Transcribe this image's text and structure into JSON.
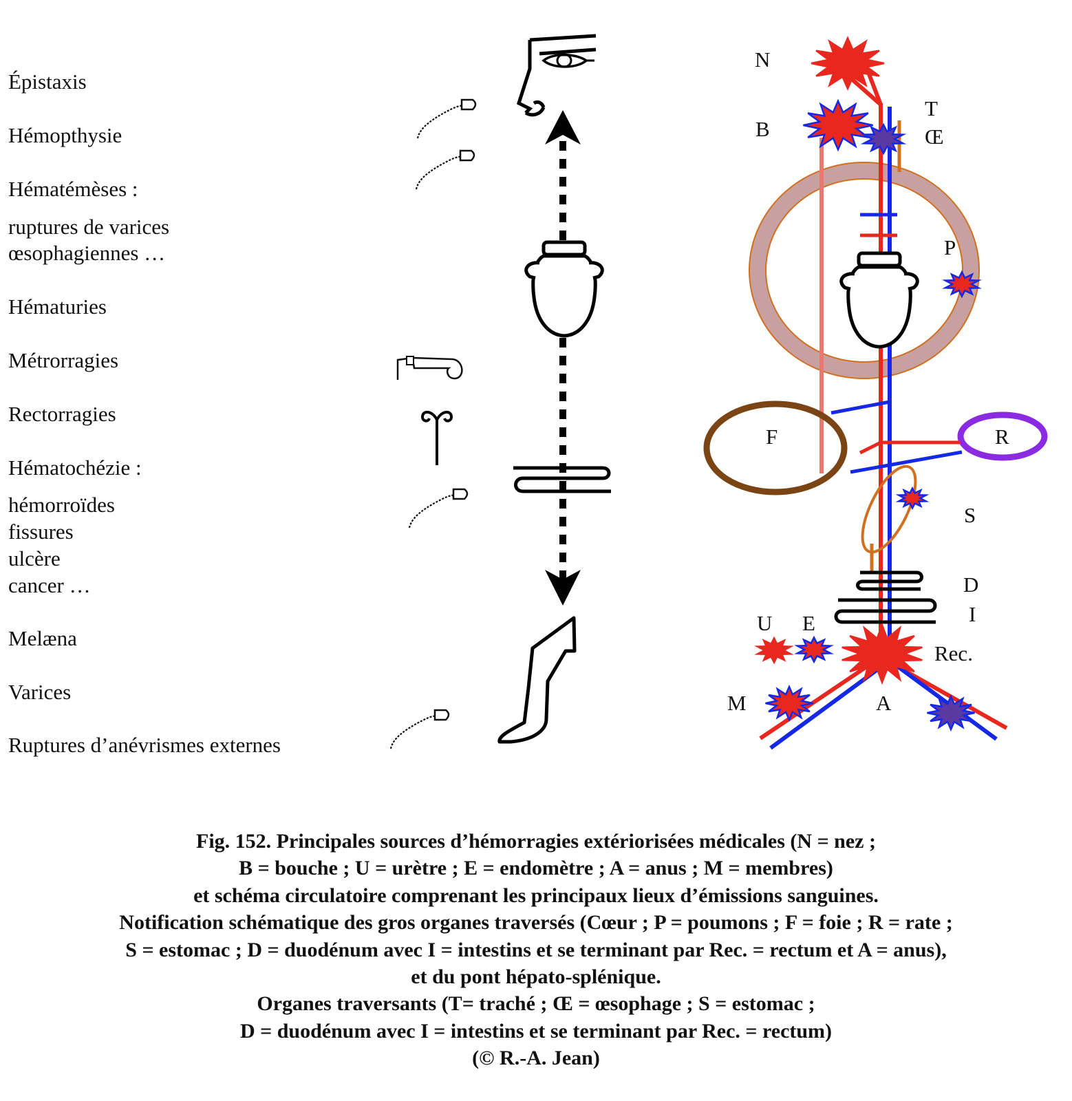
{
  "left_labels": [
    "Épistaxis",
    "Hémopthysie",
    "Hématémèses :",
    "ruptures de varices",
    "œsophagiennes …",
    "Hématuries",
    "Métrorragies",
    "Rectorragies",
    "Hématochézie :",
    "hémorroïdes",
    "fissures",
    "ulcère",
    "cancer …",
    "Melæna",
    "Varices",
    "Ruptures d’anévrismes externes"
  ],
  "diagram_letters": {
    "N": "N",
    "B": "B",
    "T": "T",
    "OE": "Œ",
    "P": "P",
    "F": "F",
    "R": "R",
    "S": "S",
    "D": "D",
    "I": "I",
    "U": "U",
    "E": "E",
    "Rec": "Rec.",
    "M": "M",
    "A": "A"
  },
  "caption_lines": [
    "Fig. 152. Principales sources d’hémorragies extériorisées médicales (N = nez ;",
    "B = bouche ; U = urètre ; E = endomètre ; A = anus ; M = membres)",
    "et schéma circulatoire comprenant les principaux lieux d’émissions sanguines.",
    "Notification schématique des gros organes traversés (Cœur ; P = poumons ; F = foie ; R = rate ;",
    "S = estomac ; D = duodénum avec I = intestins et se terminant par Rec. = rectum et A = anus),",
    "et du pont hépato-splénique.",
    "Organes traversants (T= traché ; Œ = œsophage ; S = estomac ;",
    "D = duodénum avec I = intestins et se terminant par Rec. = rectum)",
    "(© R.-A. Jean)"
  ],
  "colors": {
    "artery": "#e8281e",
    "vein": "#1428e6",
    "lung_ring": "#c8a0a0",
    "liver_ring": "#7a4414",
    "spleen_ring": "#8a2be2",
    "trachea": "#e87870",
    "esophagus": "#d07020"
  },
  "icons": [
    "eye-nose-glyph-icon",
    "heart-jar-glyph-icon",
    "intestine-glyph-icon",
    "leg-glyph-icon",
    "arrow-double-dotted-icon",
    "blood-flow-glyph-icon",
    "phallus-glyph-icon",
    "uterus-glyph-icon",
    "hemorrhage-star-icon"
  ]
}
